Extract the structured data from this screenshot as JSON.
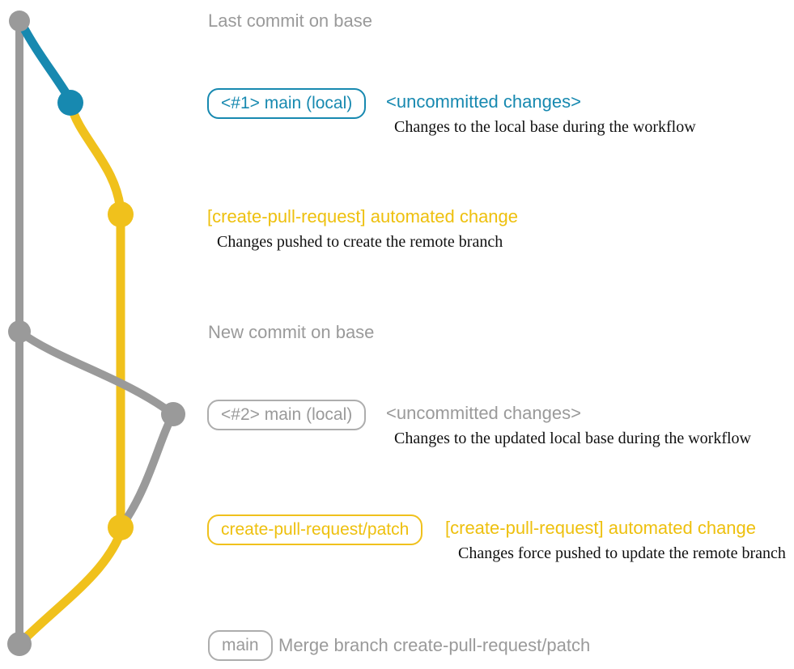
{
  "diagram": {
    "captions": {
      "last_commit": "Last commit on base",
      "new_commit": "New commit on base"
    },
    "rows": {
      "local1": {
        "badge": "<#1> main (local)",
        "title": "<uncommitted changes>",
        "desc": "Changes to the local base during the workflow"
      },
      "push1": {
        "title": "[create-pull-request] automated change",
        "desc": "Changes pushed to create the remote branch"
      },
      "local2": {
        "badge": "<#2> main (local)",
        "title": "<uncommitted changes>",
        "desc": "Changes to the updated local base during the workflow"
      },
      "push2": {
        "badge": "create-pull-request/patch",
        "title": "[create-pull-request] automated change",
        "desc": "Changes force pushed to update the remote branch"
      },
      "merge": {
        "badge": "main",
        "title": "Merge branch create-pull-request/patch"
      }
    },
    "colors": {
      "base_gray": "#9A9A9A",
      "local_main_blue": "#1789B0",
      "patch_yellow": "#F0C11C",
      "yellow_text": "#EEC00E",
      "gray_text": "#9A9A9A",
      "desc_text": "#111111",
      "gray_badge_border": "#ADADAD"
    },
    "graph": {
      "commits": [
        {
          "name": "last-commit-on-base",
          "branch": "base",
          "color": "gray"
        },
        {
          "name": "local-main-commit-1",
          "branch": "main (local)",
          "color": "blue"
        },
        {
          "name": "automated-change-commit-1",
          "branch": "create-pull-request/patch",
          "color": "yellow"
        },
        {
          "name": "new-commit-on-base",
          "branch": "base",
          "color": "gray"
        },
        {
          "name": "local-main-commit-2",
          "branch": "main (local)",
          "color": "gray"
        },
        {
          "name": "automated-change-commit-2",
          "branch": "create-pull-request/patch",
          "color": "yellow"
        },
        {
          "name": "merge-commit",
          "branch": "base",
          "color": "gray"
        }
      ]
    }
  }
}
